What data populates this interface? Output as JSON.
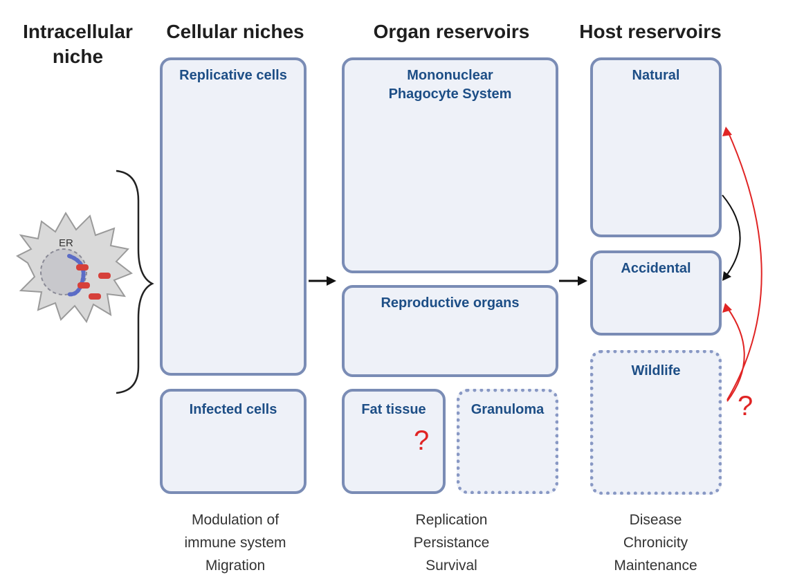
{
  "columns": {
    "intracellular": "Intracellular niche",
    "cellular": "Cellular niches",
    "organ": "Organ reservoirs",
    "host": "Host reservoirs"
  },
  "cellular_niches": {
    "replicative": "Replicative cells",
    "infected": "Infected cells"
  },
  "organ_reservoirs": {
    "mps": "Mononuclear Phagocyte System",
    "reproductive": "Reproductive organs",
    "fat": "Fat tissue",
    "granuloma": "Granuloma"
  },
  "host_reservoirs": {
    "natural": "Natural",
    "accidental": "Accidental",
    "wildlife": "Wildlife"
  },
  "er_label": "ER",
  "question_mark": "?",
  "captions": {
    "cellular": [
      "Modulation of",
      "immune system",
      "Migration"
    ],
    "organ": [
      "Replication",
      "Persistance",
      "Survival"
    ],
    "host": [
      "Disease",
      "Chronicity",
      "Maintenance"
    ]
  },
  "colors": {
    "box_border": "#7a8cb5",
    "box_fill": "#eef1f8",
    "title_blue": "#1d4e86",
    "red_arrow": "#e02424"
  }
}
